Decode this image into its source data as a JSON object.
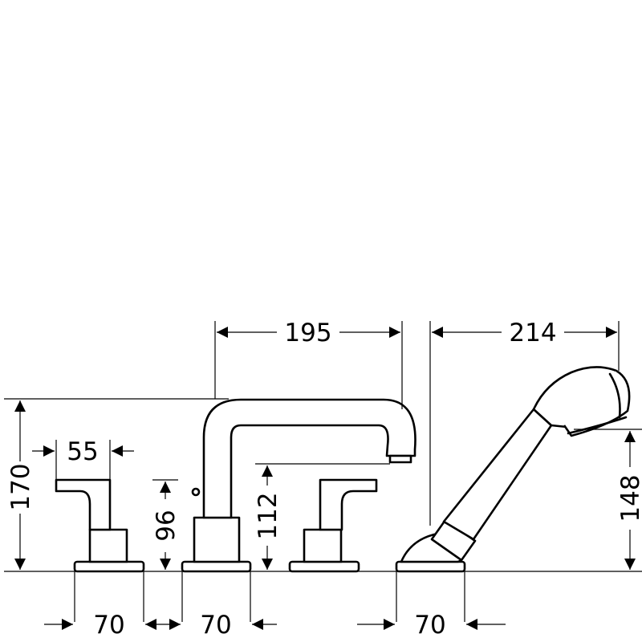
{
  "dimensions": {
    "spout_reach": "195",
    "handshower_length": "214",
    "overall_height": "170",
    "lever_width": "55",
    "valve_height": "96",
    "spout_height": "112",
    "handshower_height": "148",
    "base_width_1": "70",
    "base_width_2": "70",
    "base_width_3": "70"
  },
  "colors": {
    "line": "#000000",
    "background": "#ffffff"
  }
}
